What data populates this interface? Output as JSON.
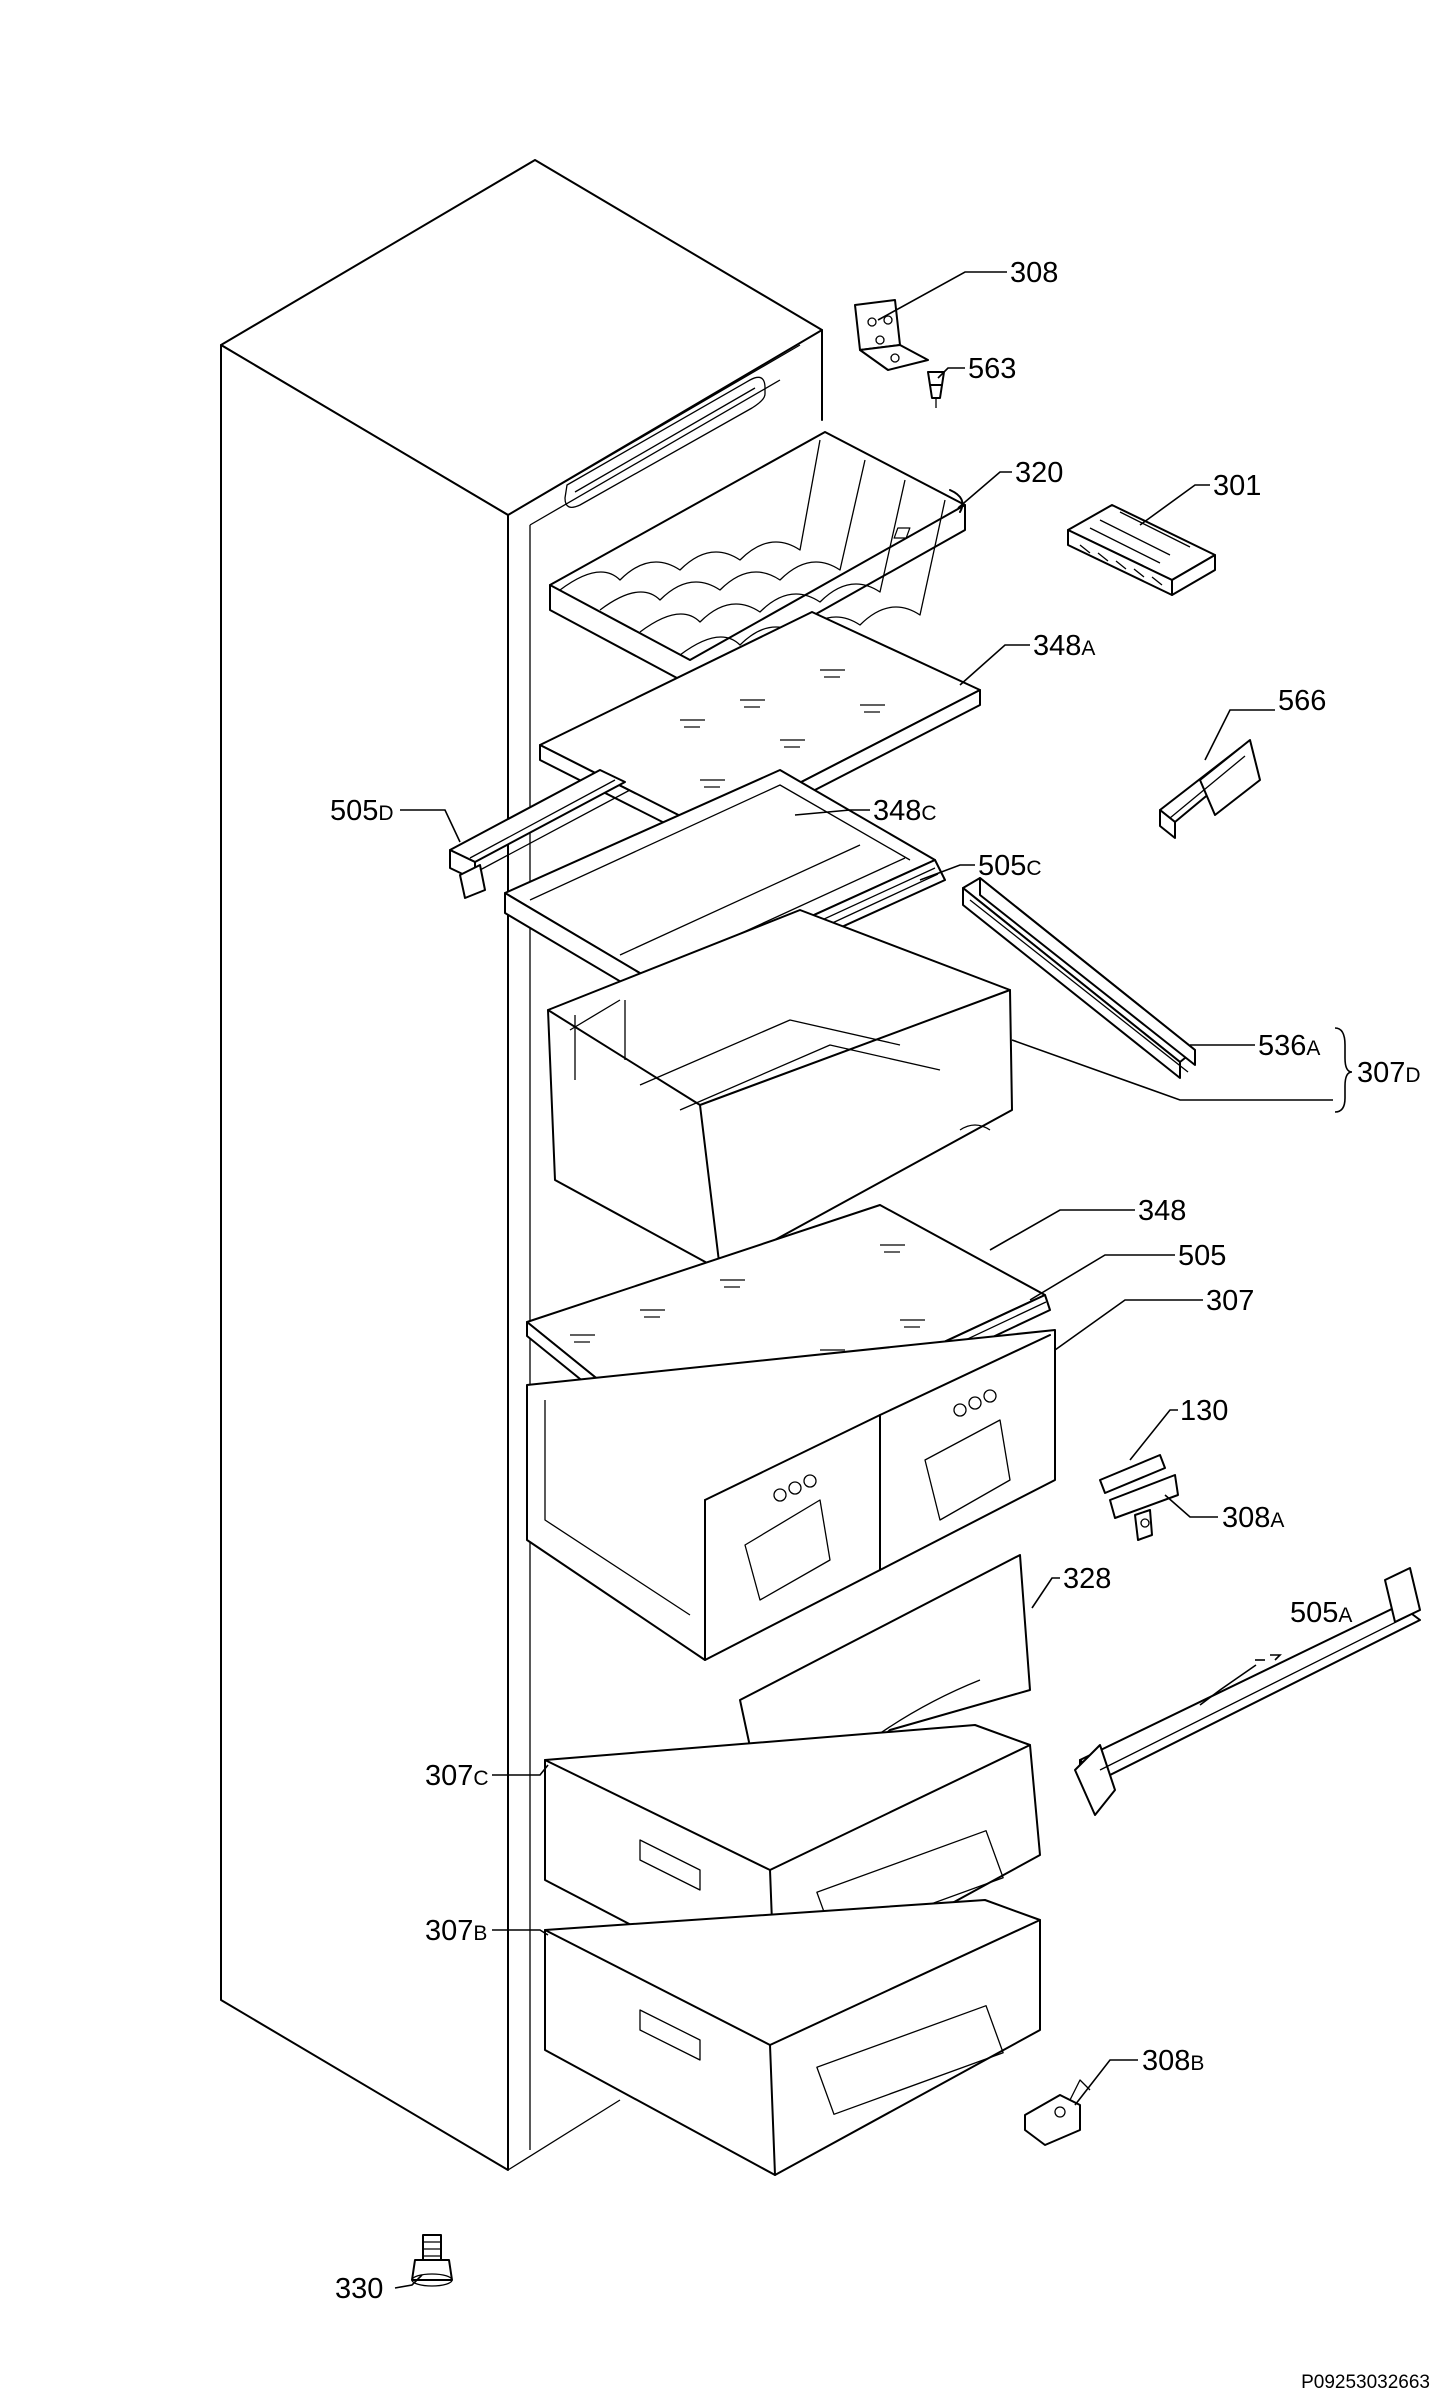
{
  "diagram": {
    "code": "P09253032663",
    "labels": [
      {
        "id": "308",
        "main": "308",
        "sub": ""
      },
      {
        "id": "563",
        "main": "563",
        "sub": ""
      },
      {
        "id": "320",
        "main": "320",
        "sub": ""
      },
      {
        "id": "301",
        "main": "301",
        "sub": ""
      },
      {
        "id": "348A",
        "main": "348",
        "sub": "A"
      },
      {
        "id": "566",
        "main": "566",
        "sub": ""
      },
      {
        "id": "505D",
        "main": "505",
        "sub": "D"
      },
      {
        "id": "348C",
        "main": "348",
        "sub": "C"
      },
      {
        "id": "505C",
        "main": "505",
        "sub": "C"
      },
      {
        "id": "536A",
        "main": "536",
        "sub": "A"
      },
      {
        "id": "307D",
        "main": "307",
        "sub": "D"
      },
      {
        "id": "348",
        "main": "348",
        "sub": ""
      },
      {
        "id": "505",
        "main": "505",
        "sub": ""
      },
      {
        "id": "307",
        "main": "307",
        "sub": ""
      },
      {
        "id": "130",
        "main": "130",
        "sub": ""
      },
      {
        "id": "308A",
        "main": "308",
        "sub": "A"
      },
      {
        "id": "328",
        "main": "328",
        "sub": ""
      },
      {
        "id": "505A",
        "main": "505",
        "sub": "A"
      },
      {
        "id": "307C",
        "main": "307",
        "sub": "C"
      },
      {
        "id": "307B",
        "main": "307",
        "sub": "B"
      },
      {
        "id": "308B",
        "main": "308",
        "sub": "B"
      },
      {
        "id": "330",
        "main": "330",
        "sub": ""
      }
    ]
  }
}
